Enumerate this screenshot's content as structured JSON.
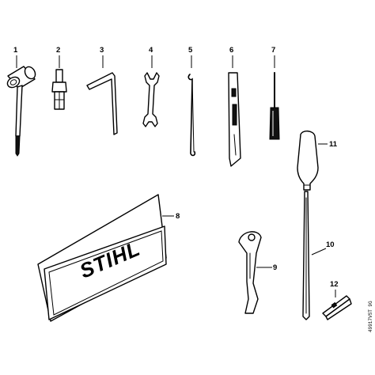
{
  "callouts": {
    "c1": "1",
    "c2": "2",
    "c3": "3",
    "c4": "4",
    "c5": "5",
    "c6": "6",
    "c7": "7",
    "c8": "8",
    "c9": "9",
    "c10": "10",
    "c11": "11",
    "c12": "12"
  },
  "pouch_logo": "STIHL",
  "drawing_code": "49917VST 9G"
}
